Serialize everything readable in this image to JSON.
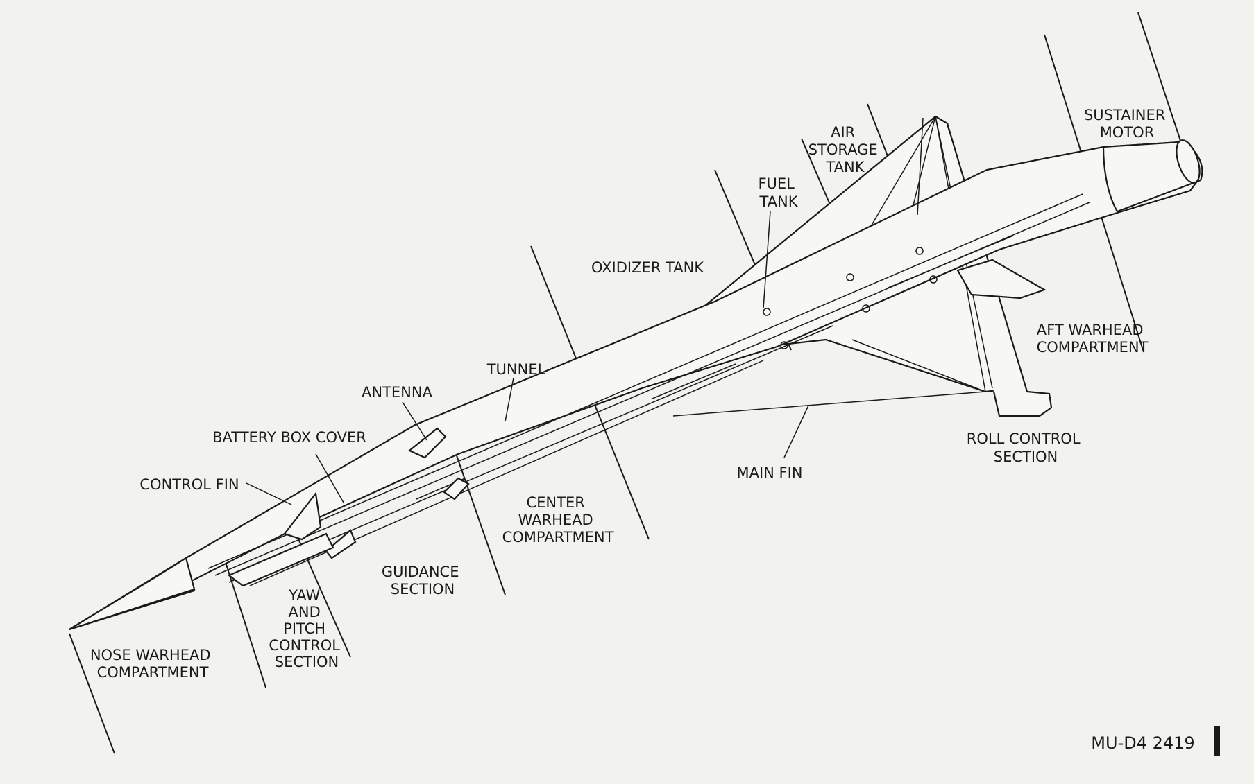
{
  "labels": {
    "sustainer_motor": [
      "SUSTAINER",
      "MOTOR"
    ],
    "air_storage_tank": [
      "AIR",
      "STORAGE",
      "TANK"
    ],
    "fuel_tank": [
      "FUEL",
      "TANK"
    ],
    "oxidizer_tank": [
      "OXIDIZER TANK"
    ],
    "aft_warhead": [
      "AFT WARHEAD",
      "COMPARTMENT"
    ],
    "tunnel": [
      "TUNNEL"
    ],
    "antenna": [
      "ANTENNA"
    ],
    "battery_box_cover": [
      "BATTERY BOX COVER"
    ],
    "control_fin": [
      "CONTROL FIN"
    ],
    "roll_control": [
      "ROLL CONTROL",
      "SECTION"
    ],
    "main_fin": [
      "MAIN FIN"
    ],
    "center_warhead": [
      "CENTER",
      "WARHEAD",
      "COMPARTMENT"
    ],
    "guidance": [
      "GUIDANCE",
      "SECTION"
    ],
    "yaw_pitch": [
      "YAW",
      "AND",
      "PITCH",
      "CONTROL",
      "SECTION"
    ],
    "nose_warhead": [
      "NOSE WARHEAD",
      "COMPARTMENT"
    ]
  },
  "figure_id": "MU-D4 2419"
}
